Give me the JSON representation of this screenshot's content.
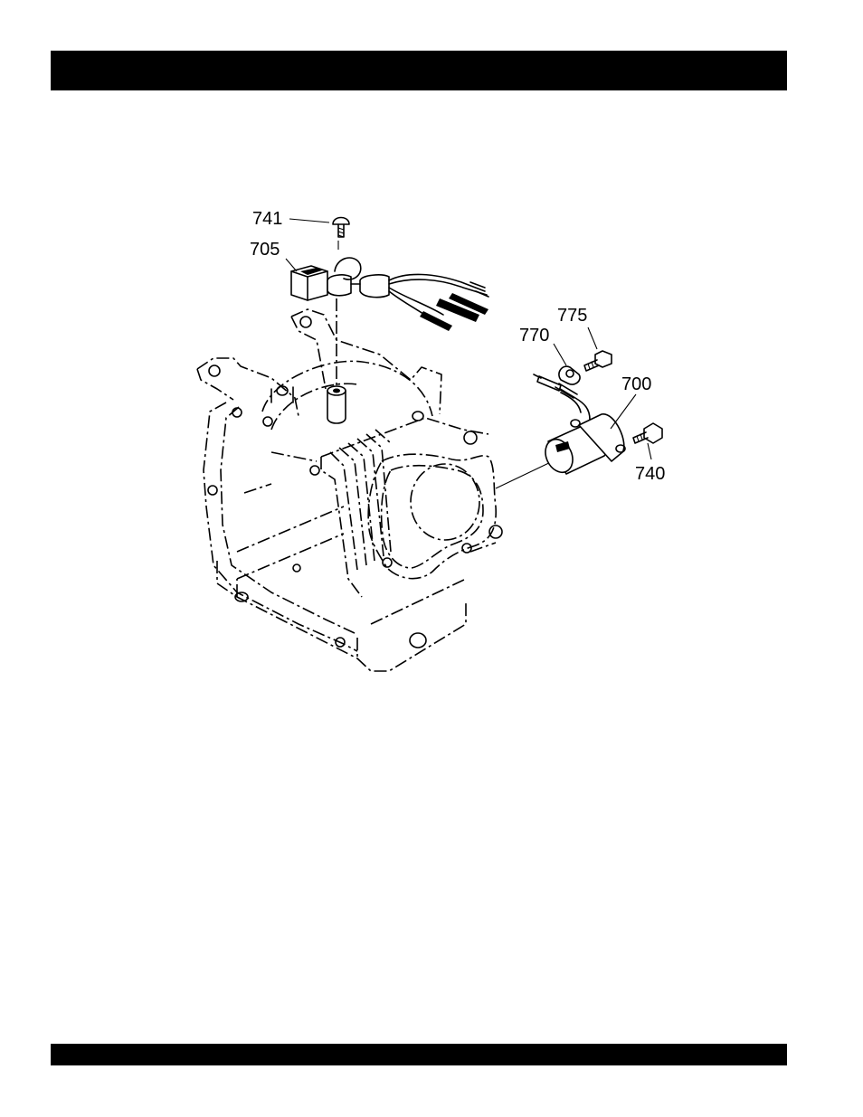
{
  "header": {
    "text": ""
  },
  "footer": {
    "text": ""
  },
  "callouts": {
    "c741": "741",
    "c705": "705",
    "c775": "775",
    "c770": "770",
    "c700": "700",
    "c740": "740"
  }
}
